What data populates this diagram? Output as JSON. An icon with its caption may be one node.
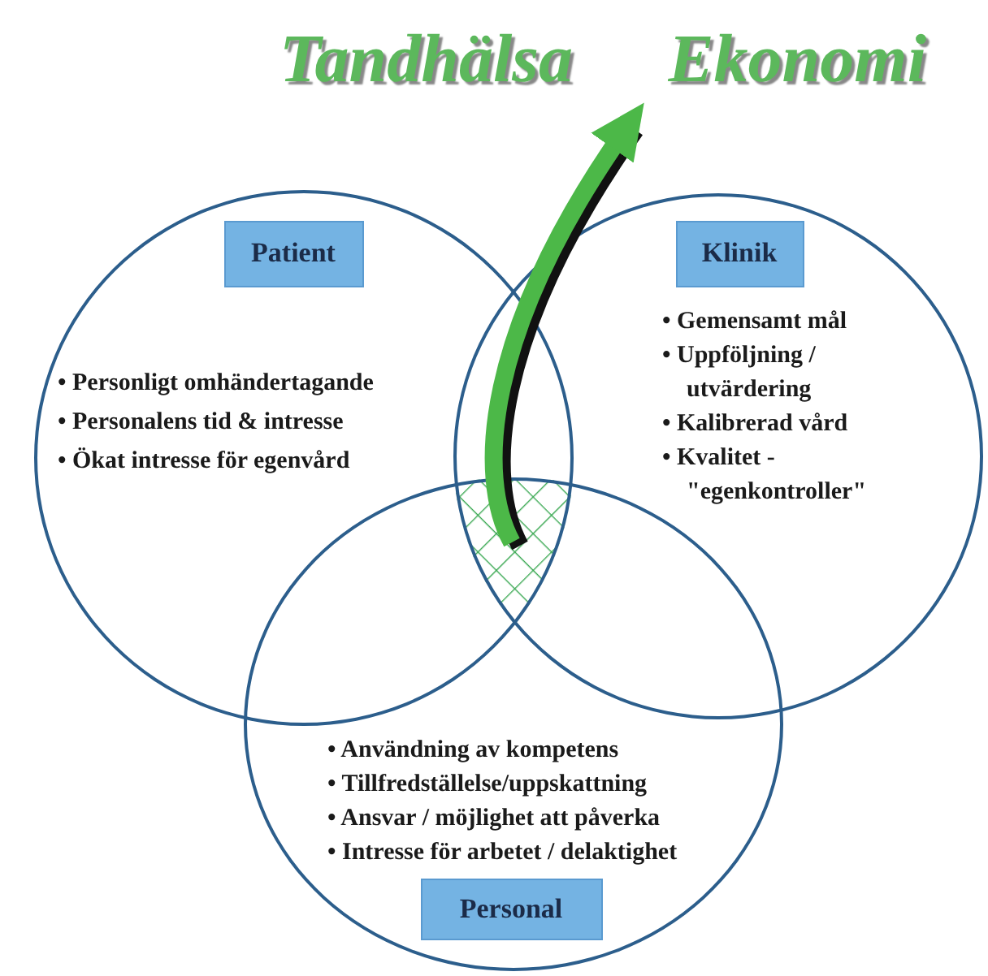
{
  "diagram": {
    "nodes": [
      {
        "text": [
          "Tandhälsa",
          "Ekonomi"
        ]
      },
      {
        "text": [
          "• Personligt omhändertagande",
          "• Personalens tid & intresse",
          "• Ökat intresse för egenvård"
        ]
      },
      {
        "text": [
          "Patient"
        ],
        "in": 1
      },
      {
        "text": [
          "• Gemensamt mål",
          "• Uppföljning / utvärdering",
          "• Kalibrerad vård",
          "• Kvalitet - \"egenkontroller\""
        ]
      },
      {
        "text": [
          "Klinik"
        ],
        "in": 3
      },
      {
        "text": [
          "• Användning av kompetens",
          "• Tillfredställelse/uppskattning",
          "• Ansvar / möjlighet att påverka",
          "• Intresse för arbetet / delaktighet"
        ]
      },
      {
        "text": [
          "Personal"
        ],
        "in": 5
      },
      {
        "text": [],
        "shape": "lens"
      }
    ],
    "edges": [
      {
        "from": 7,
        "to": 0,
        "arrow": "to"
      }
    ]
  }
}
